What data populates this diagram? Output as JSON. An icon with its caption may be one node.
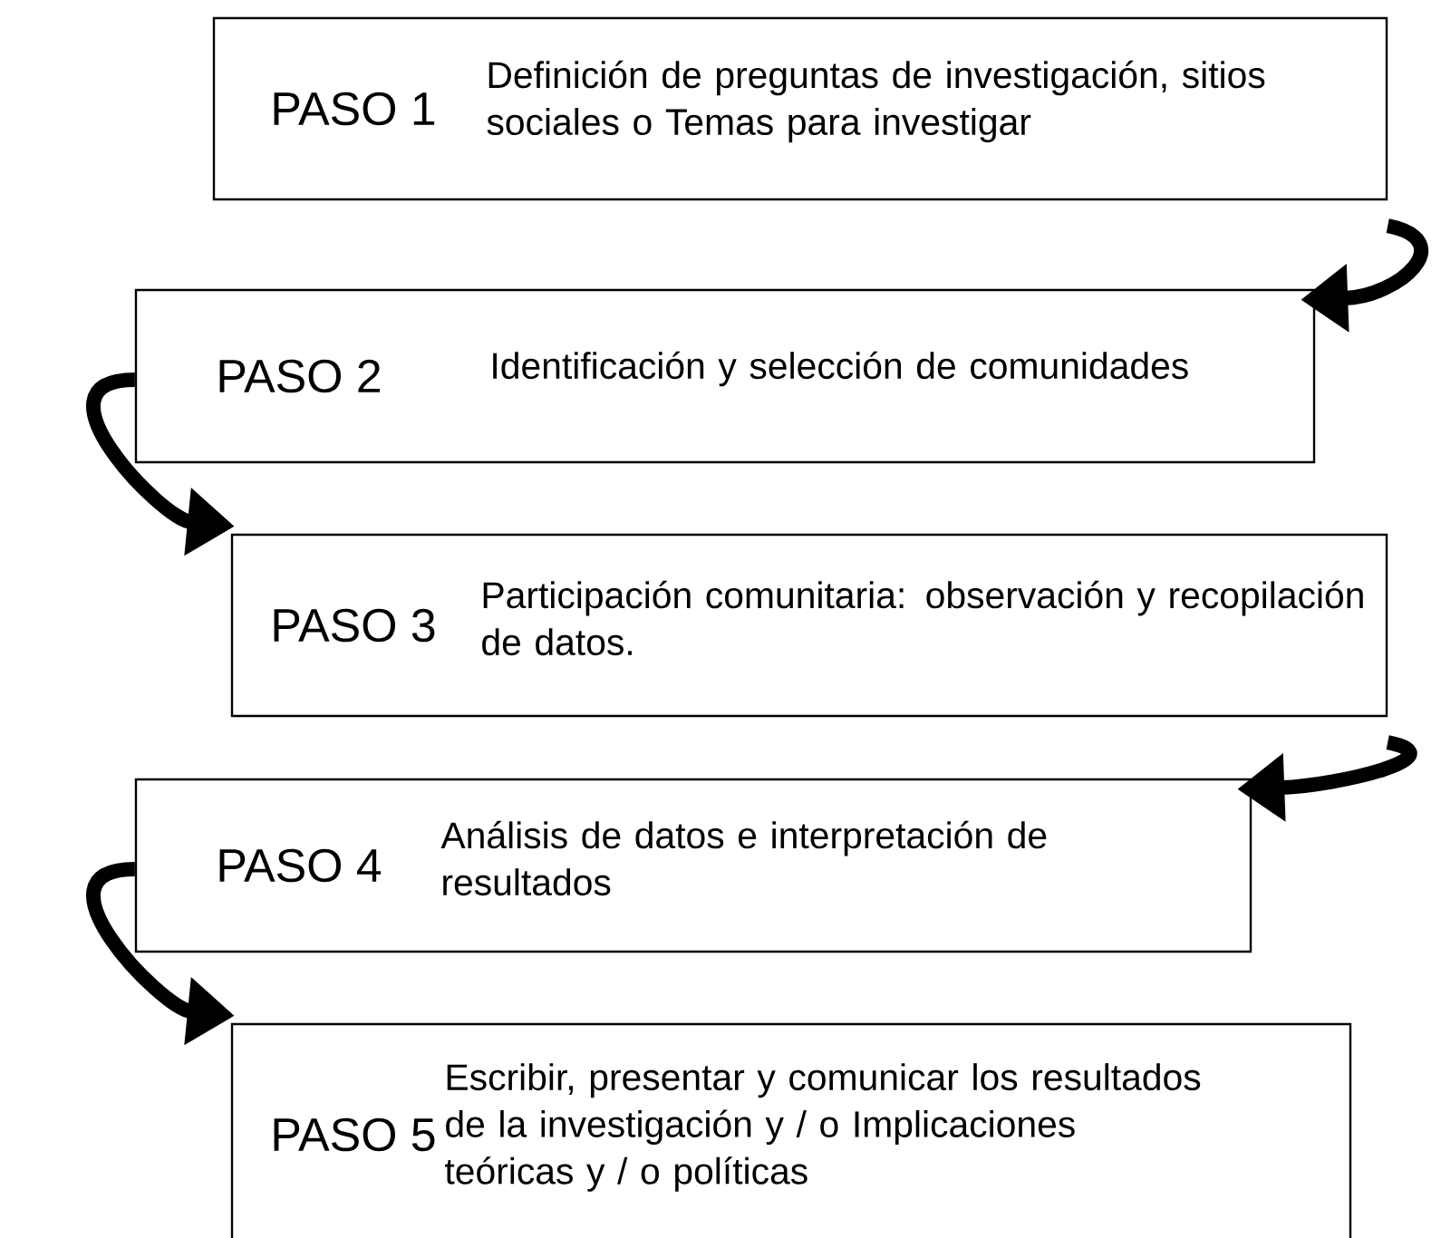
{
  "diagram": {
    "nodes": [
      {
        "text": [
          "PASO 1",
          "Definición de preguntas de investigación, sitios sociales o Temas para investigar"
        ]
      },
      {
        "text": [
          "PASO 2",
          "Identificación y selección de comunidades"
        ]
      },
      {
        "text": [
          "PASO 3",
          "Participación comunitaria: observación y recopilación de datos."
        ]
      },
      {
        "text": [
          "PASO 4",
          "Análisis de datos e interpretación de resultados"
        ]
      },
      {
        "text": [
          "PASO 5",
          "Escribir, presentar y comunicar los resultados de la investigación y / o Implicaciones teóricas y / o políticas"
        ]
      }
    ],
    "edges": [
      {
        "from": 0,
        "to": 1,
        "arrow": "to"
      },
      {
        "from": 1,
        "to": 2,
        "arrow": "to"
      },
      {
        "from": 2,
        "to": 3,
        "arrow": "to"
      },
      {
        "from": 3,
        "to": 4,
        "arrow": "to"
      }
    ]
  }
}
